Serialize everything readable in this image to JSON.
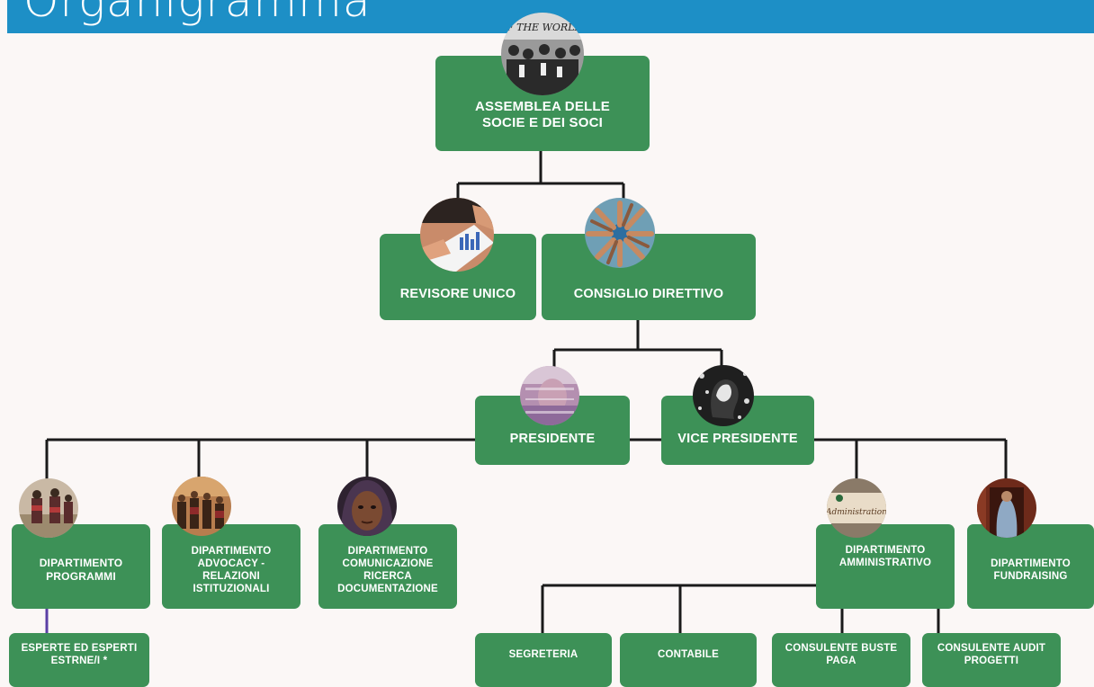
{
  "header": {
    "title": "Organigramma"
  },
  "nodes": {
    "assemblea": "ASSEMBLEA DELLE SOCIE E DEI SOCI",
    "revisore": "REVISORE UNICO",
    "consiglio": "CONSIGLIO DIRETTIVO",
    "presidente": "PRESIDENTE",
    "vice": "VICE PRESIDENTE",
    "programmi": "DIPARTIMENTO PROGRAMMI",
    "advocacy": "DIPARTIMENTO ADVOCACY - RELAZIONI ISTITUZIONALI",
    "comunicazione": "DIPARTIMENTO COMUNICAZIONE RICERCA DOCUMENTAZIONE",
    "amministrativo": "DIPARTIMENTO AMMINISTRATIVO",
    "fundraising": "DIPARTIMENTO FUNDRAISING",
    "esperti": "ESPERTE ED ESPERTI ESTRNE/I *",
    "segreteria": "SEGRETERIA",
    "contabile": "CONTABILE",
    "buste": "CONSULENTE BUSTE PAGA",
    "audit": "CONSULENTE AUDIT PROGETTI"
  },
  "photo_text": {
    "assemblea_banner": "IF THE WORLD",
    "administration_sign": "Administration"
  },
  "colors": {
    "header": "#1d8fc6",
    "box": "#3d9157",
    "line": "#1a1a1a",
    "accent_line": "#5b3fa5",
    "background": "#fbf7f6"
  }
}
